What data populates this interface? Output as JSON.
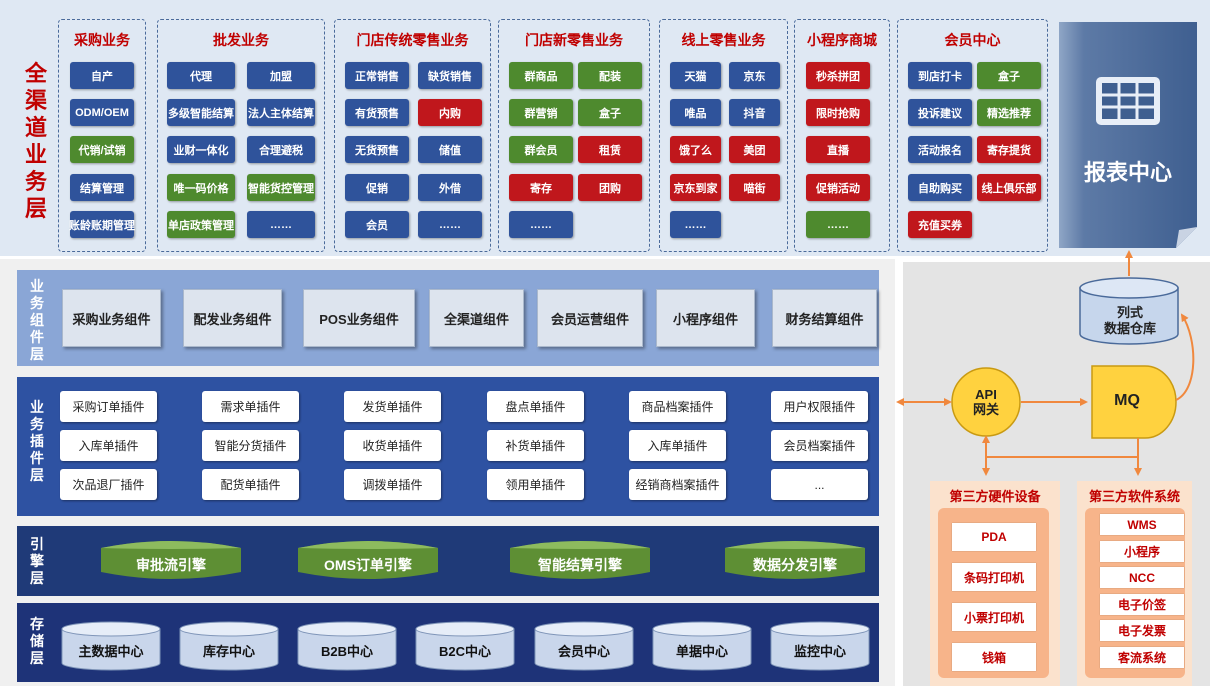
{
  "top_layer": {
    "title": "全渠道业务层",
    "groups": [
      {
        "title": "采购业务",
        "items": [
          {
            "label": "自产",
            "color": "blue"
          },
          {
            "label": "ODM/OEM",
            "color": "blue"
          },
          {
            "label": "代销/试销",
            "color": "green"
          },
          {
            "label": "结算管理",
            "color": "blue"
          },
          {
            "label": "账龄账期管理",
            "color": "blue"
          }
        ]
      },
      {
        "title": "批发业务",
        "items": [
          {
            "label": "代理",
            "color": "blue"
          },
          {
            "label": "加盟",
            "color": "blue"
          },
          {
            "label": "多级智能结算",
            "color": "blue"
          },
          {
            "label": "法人主体结算",
            "color": "blue"
          },
          {
            "label": "业财一体化",
            "color": "blue"
          },
          {
            "label": "合理避税",
            "color": "blue"
          },
          {
            "label": "唯一码价格",
            "color": "green"
          },
          {
            "label": "智能货控管理",
            "color": "green"
          },
          {
            "label": "单店政策管理",
            "color": "green"
          },
          {
            "label": "……",
            "color": "blue"
          }
        ]
      },
      {
        "title": "门店传统零售业务",
        "items": [
          {
            "label": "正常销售",
            "color": "blue"
          },
          {
            "label": "缺货销售",
            "color": "blue"
          },
          {
            "label": "有货预售",
            "color": "blue"
          },
          {
            "label": "内购",
            "color": "red"
          },
          {
            "label": "无货预售",
            "color": "blue"
          },
          {
            "label": "储值",
            "color": "blue"
          },
          {
            "label": "促销",
            "color": "blue"
          },
          {
            "label": "外借",
            "color": "blue"
          },
          {
            "label": "会员",
            "color": "blue"
          },
          {
            "label": "……",
            "color": "blue"
          }
        ]
      },
      {
        "title": "门店新零售业务",
        "items": [
          {
            "label": "群商品",
            "color": "green"
          },
          {
            "label": "配装",
            "color": "green"
          },
          {
            "label": "群营销",
            "color": "green"
          },
          {
            "label": "盒子",
            "color": "green"
          },
          {
            "label": "群会员",
            "color": "green"
          },
          {
            "label": "租赁",
            "color": "red"
          },
          {
            "label": "寄存",
            "color": "red"
          },
          {
            "label": "团购",
            "color": "red"
          },
          {
            "label": "……",
            "color": "blue"
          }
        ]
      },
      {
        "title": "线上零售业务",
        "items": [
          {
            "label": "天猫",
            "color": "blue"
          },
          {
            "label": "京东",
            "color": "blue"
          },
          {
            "label": "唯品",
            "color": "blue"
          },
          {
            "label": "抖音",
            "color": "blue"
          },
          {
            "label": "饿了么",
            "color": "red"
          },
          {
            "label": "美团",
            "color": "red"
          },
          {
            "label": "京东到家",
            "color": "red"
          },
          {
            "label": "喵街",
            "color": "red"
          },
          {
            "label": "……",
            "color": "blue"
          }
        ]
      },
      {
        "title": "小程序商城",
        "items": [
          {
            "label": "秒杀拼团",
            "color": "red"
          },
          {
            "label": "限时抢购",
            "color": "red"
          },
          {
            "label": "直播",
            "color": "red"
          },
          {
            "label": "促销活动",
            "color": "red"
          },
          {
            "label": "……",
            "color": "green"
          }
        ]
      },
      {
        "title": "会员中心",
        "items": [
          {
            "label": "到店打卡",
            "color": "blue"
          },
          {
            "label": "盒子",
            "color": "green"
          },
          {
            "label": "投诉建议",
            "color": "blue"
          },
          {
            "label": "精选推荐",
            "color": "green"
          },
          {
            "label": "活动报名",
            "color": "blue"
          },
          {
            "label": "寄存提货",
            "color": "red"
          },
          {
            "label": "自助购买",
            "color": "blue"
          },
          {
            "label": "线上俱乐部",
            "color": "red"
          },
          {
            "label": "充值买券",
            "color": "red"
          }
        ]
      }
    ],
    "report_center": "报表中心"
  },
  "component_layer": {
    "title": "业务组件层",
    "items": [
      "采购业务组件",
      "配发业务组件",
      "POS业务组件",
      "全渠道组件",
      "会员运营组件",
      "小程序组件",
      "财务结算组件"
    ]
  },
  "plugin_layer": {
    "title": "业务插件层",
    "columns": [
      [
        "采购订单插件",
        "入库单插件",
        "次品退厂插件"
      ],
      [
        "需求单插件",
        "智能分货插件",
        "配货单插件"
      ],
      [
        "发货单插件",
        "收货单插件",
        "调拨单插件"
      ],
      [
        "盘点单插件",
        "补货单插件",
        "领用单插件"
      ],
      [
        "商品档案插件",
        "入库单插件",
        "经销商档案插件"
      ],
      [
        "用户权限插件",
        "会员档案插件",
        "..."
      ]
    ]
  },
  "engine_layer": {
    "title": "引擎层",
    "items": [
      "审批流引擎",
      "OMS订单引擎",
      "智能结算引擎",
      "数据分发引擎"
    ]
  },
  "storage_layer": {
    "title": "存储层",
    "items": [
      "主数据中心",
      "库存中心",
      "B2B中心",
      "B2C中心",
      "会员中心",
      "单据中心",
      "监控中心"
    ]
  },
  "right_side": {
    "warehouse": {
      "line1": "列式",
      "line2": "数据仓库"
    },
    "api_gateway": {
      "line1": "API",
      "line2": "网关"
    },
    "mq": "MQ",
    "hardware": {
      "title": "第三方硬件设备",
      "items": [
        "PDA",
        "条码打印机",
        "小票打印机",
        "钱箱"
      ]
    },
    "software": {
      "title": "第三方软件系统",
      "items": [
        "WMS",
        "小程序",
        "NCC",
        "电子价签",
        "电子发票",
        "客流系统"
      ]
    }
  },
  "colors": {
    "blue": "#2f539b",
    "green": "#4e8a2e",
    "red": "#c0171c",
    "accent_red": "#c00000",
    "arrow": "#f0883e"
  }
}
